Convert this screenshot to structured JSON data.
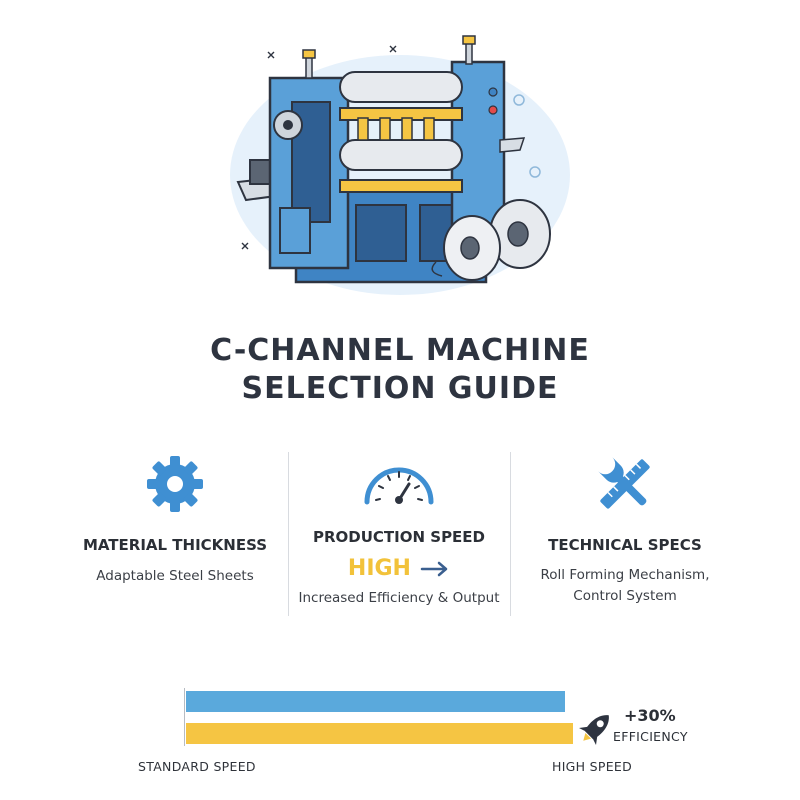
{
  "title": {
    "line1": "C-CHANNEL MACHINE",
    "line2": "SELECTION GUIDE"
  },
  "colors": {
    "blue": "#5aa9dc",
    "yellow": "#f5c543",
    "dark": "#2e3440"
  },
  "features": [
    {
      "icon": "gear-icon",
      "heading": "MATERIAL THICKNESS",
      "text_lines": [
        "Adaptable Steel Sheets"
      ]
    },
    {
      "icon": "speedometer-icon",
      "heading": "PRODUCTION SPEED",
      "highlight": "HIGH",
      "arrow_icon": "arrow-right-icon",
      "text_lines": [
        "Increased Efficiency & Output"
      ]
    },
    {
      "icon": "wrench-ruler-icon",
      "heading": "TECHNICAL SPECS",
      "text_lines": [
        "Roll Forming Mechanism,",
        "Control System"
      ]
    }
  ],
  "comparison": {
    "bars": [
      {
        "name": "blue bar",
        "color": "#5aa9dc",
        "value": 0.98
      },
      {
        "name": "yellow bar",
        "color": "#f5c543",
        "value": 1.0
      }
    ],
    "left_label": "STANDARD SPEED",
    "right_label": "HIGH SPEED",
    "badge_value": "+30%",
    "badge_label": "EFFICIENCY",
    "badge_icon": "rocket-icon"
  }
}
